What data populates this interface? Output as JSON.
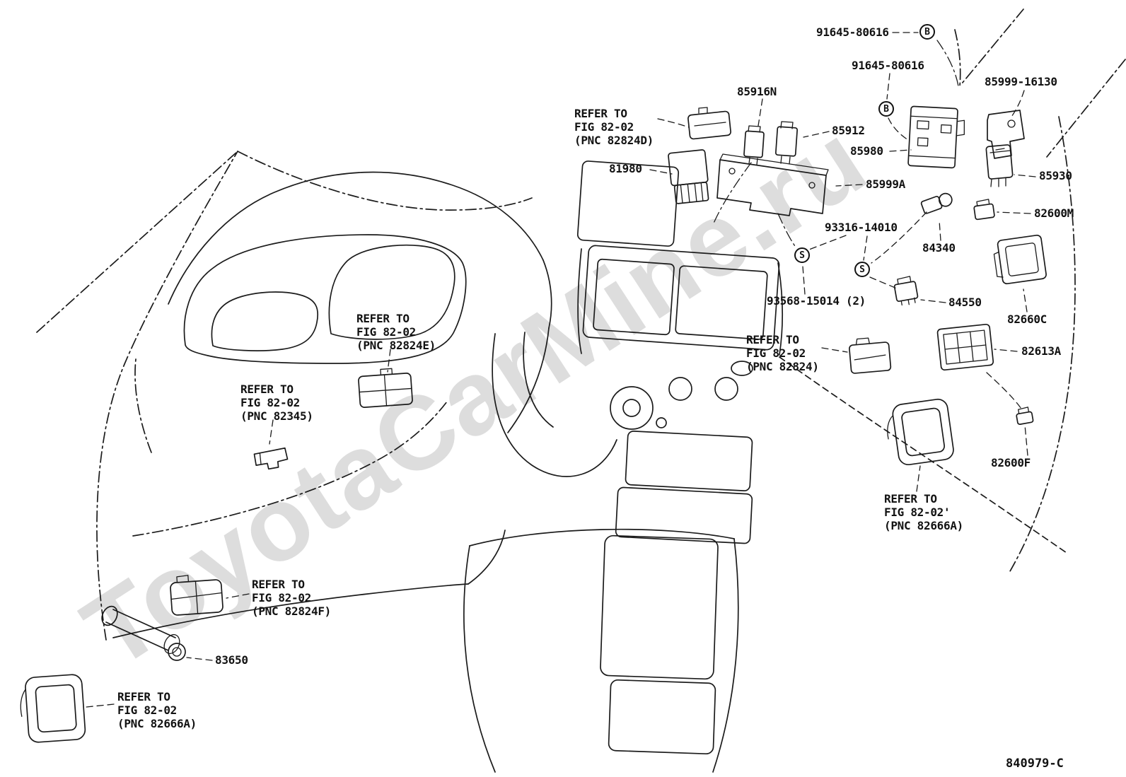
{
  "watermark": "ToyotaCarMine.ru",
  "drawing_number": "840979-C",
  "ink_color": "#1b1b1b",
  "watermark_color": "#d8d8d8",
  "part_labels": [
    {
      "text": "91645-80616"
    },
    {
      "text": "91645-80616"
    },
    {
      "text": "85999-16130"
    },
    {
      "text": "85916N"
    },
    {
      "text": "85912"
    },
    {
      "text": "85980"
    },
    {
      "text": "81980"
    },
    {
      "text": "85930"
    },
    {
      "text": "85999A"
    },
    {
      "text": "82600M"
    },
    {
      "text": "93316-14010"
    },
    {
      "text": "84340"
    },
    {
      "text": "93568-15014 (2)"
    },
    {
      "text": "84550"
    },
    {
      "text": "82660C"
    },
    {
      "text": "82613A"
    },
    {
      "text": "82600F"
    },
    {
      "text": "83650"
    }
  ],
  "refer_notes": [
    {
      "lines": [
        "REFER TO",
        "FIG 82-02",
        "(PNC 82824D)"
      ]
    },
    {
      "lines": [
        "REFER TO",
        "FIG 82-02",
        "(PNC 82824E)"
      ]
    },
    {
      "lines": [
        "REFER TO",
        "FIG 82-02",
        "(PNC 82824)"
      ]
    },
    {
      "lines": [
        "REFER TO",
        "FIG 82-02",
        "(PNC 82345)"
      ]
    },
    {
      "lines": [
        "REFER TO",
        "FIG 82-02'",
        "(PNC 82666A)"
      ]
    },
    {
      "lines": [
        "REFER TO",
        "FIG 82-02",
        "(PNC 82824F)"
      ]
    },
    {
      "lines": [
        "REFER TO",
        "FIG 82-02",
        "(PNC 82666A)"
      ]
    }
  ],
  "symbols": [
    {
      "glyph": "B"
    },
    {
      "glyph": "B"
    },
    {
      "glyph": "S"
    },
    {
      "glyph": "S"
    }
  ]
}
